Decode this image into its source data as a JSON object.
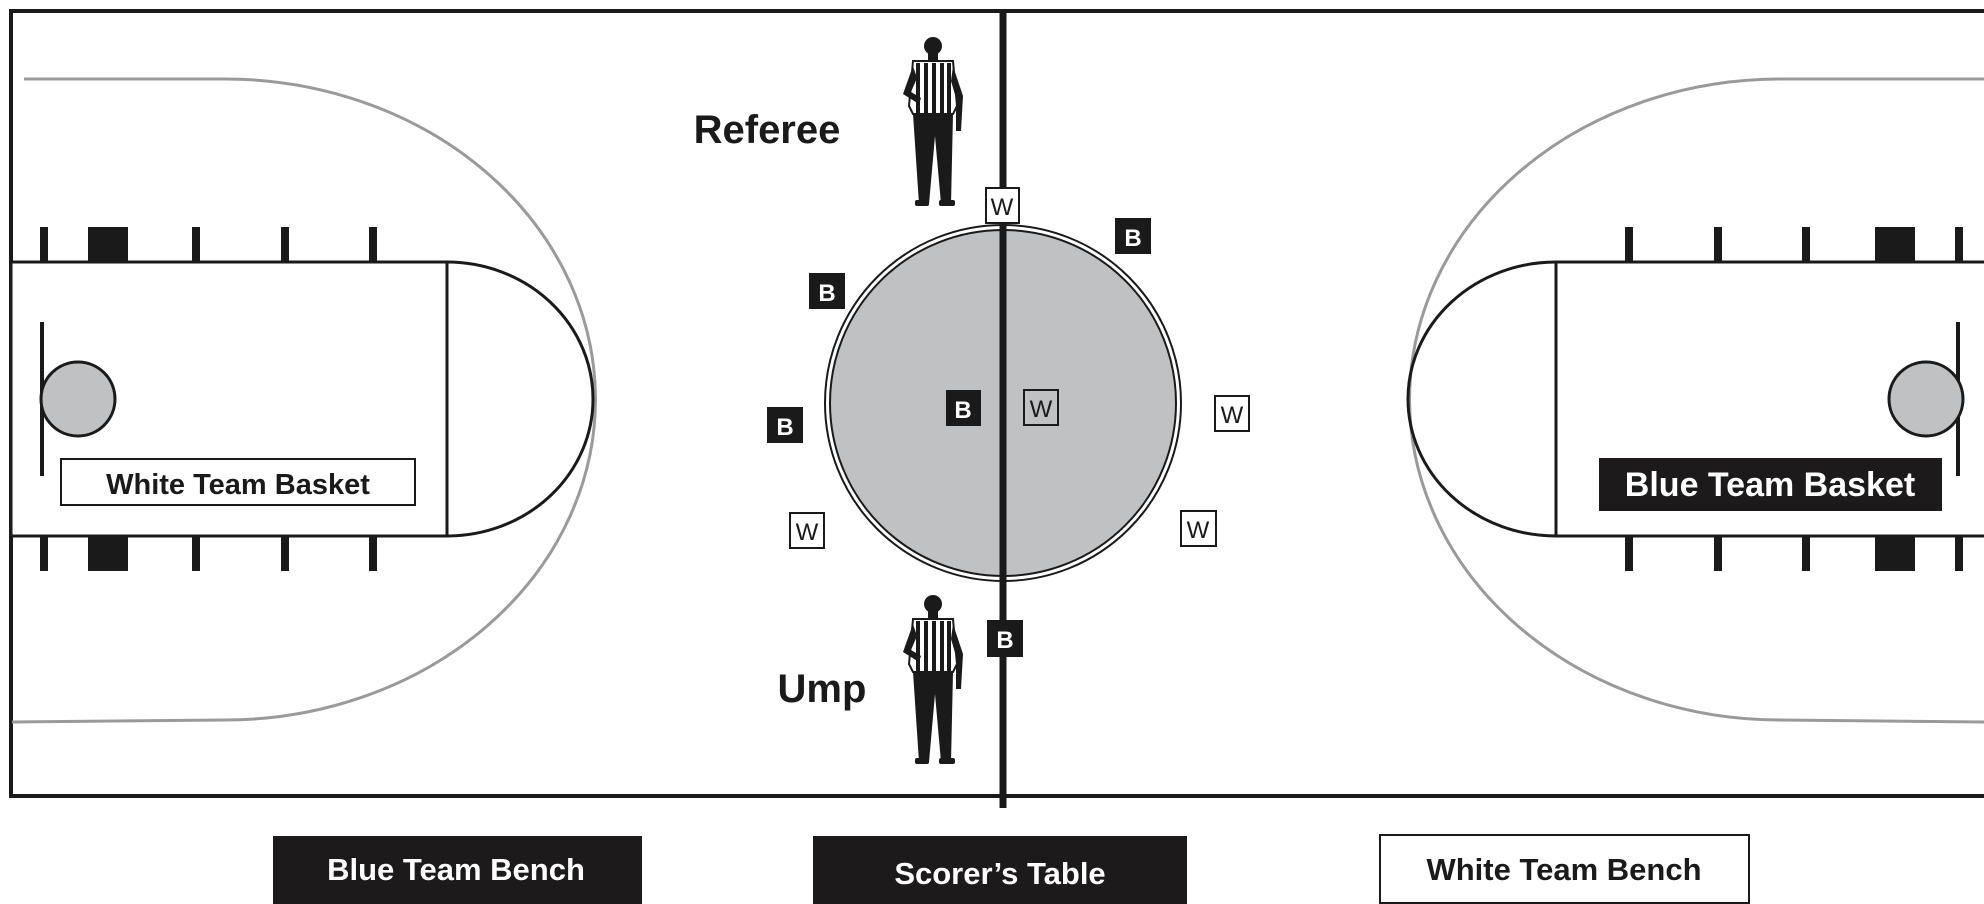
{
  "officials": {
    "referee_label": "Referee",
    "ump_label": "Ump"
  },
  "baskets": {
    "white": "White Team Basket",
    "blue": "Blue Team Basket"
  },
  "benches": {
    "blue": "Blue Team Bench",
    "scorers_table": "Scorer’s Table",
    "white": "White Team Bench"
  },
  "players": {
    "blue_marker": "B",
    "white_marker": "W",
    "jump_blue": "B",
    "jump_white": "W",
    "top_white": "W",
    "bottom_blue": "B",
    "blue_upper_right": "B",
    "blue_upper_left": "B",
    "blue_mid_left": "B",
    "white_lower_left": "W",
    "white_mid_right": "W",
    "white_lower_right": "W"
  },
  "colors": {
    "line": "#1a1a1a",
    "circle_fill": "#c0c1c3",
    "arc_gray": "#9a9a9a",
    "dark_box": "#1c1a1a",
    "shirt_stripe": "#1a1a1a"
  }
}
